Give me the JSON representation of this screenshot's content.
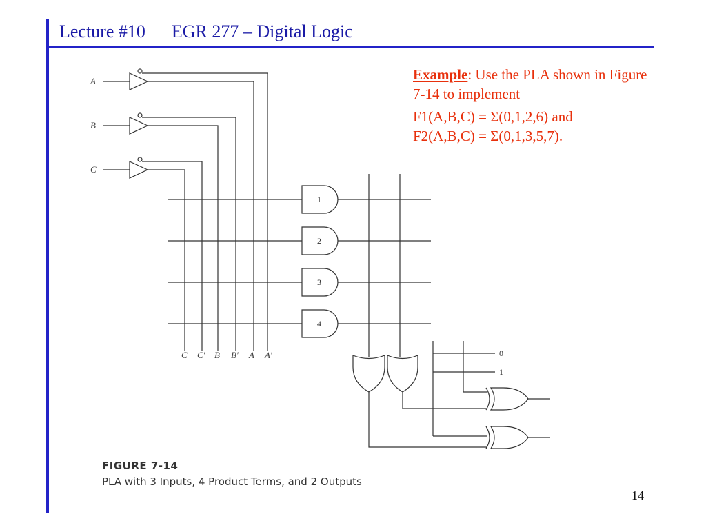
{
  "header": {
    "lecture": "Lecture #10",
    "course": "EGR 277 – Digital Logic"
  },
  "example": {
    "label": "Example",
    "intro": ":  Use the PLA shown in Figure 7-14 to implement",
    "f1": "F1(A,B,C) = Σ(0,1,2,6) and",
    "f2": "F2(A,B,C) = Σ(0,1,3,5,7)."
  },
  "diagram": {
    "inputs": [
      "A",
      "B",
      "C"
    ],
    "columns": [
      "C",
      "C′",
      "B",
      "B′",
      "A",
      "A′"
    ],
    "product_terms": [
      "1",
      "2",
      "3",
      "4"
    ],
    "xor_controls": [
      "0",
      "1"
    ]
  },
  "figure": {
    "title": "FIGURE 7-14",
    "caption": "PLA with 3 Inputs, 4 Product Terms, and 2 Outputs"
  },
  "page_number": "14"
}
